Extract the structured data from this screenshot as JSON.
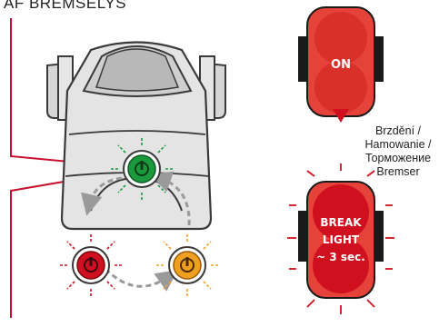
{
  "top_caption": "AF BREMSELYS",
  "rear_light": {
    "state_on_label": "ON",
    "brake_label_lines": [
      "BREAK",
      "LIGHT",
      "~ 3 sec."
    ],
    "brake_trigger_lines": [
      "Brzdění /",
      "Hamowanie /",
      "Торможение",
      "Bremser"
    ]
  },
  "colors": {
    "leader_line": "#c8102e",
    "green_button": "#1a9a3c",
    "red_button": "#d0101e",
    "orange_button": "#f0a020",
    "light_body": "#e5433a",
    "body_gray": "#e4e4e4"
  },
  "icons": [
    "power-icon"
  ]
}
